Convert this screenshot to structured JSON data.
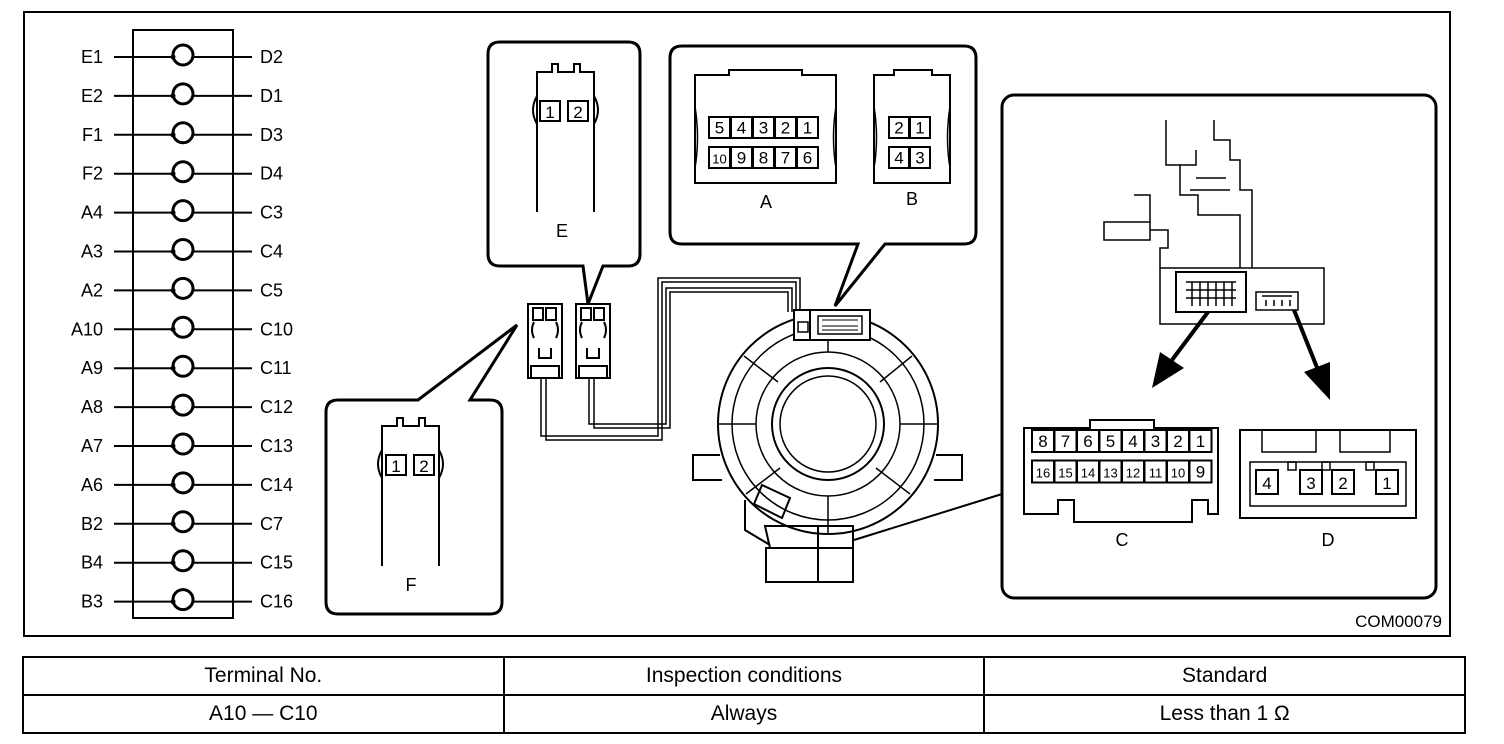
{
  "switch_panel": {
    "rows": [
      {
        "left": "E1",
        "right": "D2"
      },
      {
        "left": "E2",
        "right": "D1"
      },
      {
        "left": "F1",
        "right": "D3"
      },
      {
        "left": "F2",
        "right": "D4"
      },
      {
        "left": "A4",
        "right": "C3"
      },
      {
        "left": "A3",
        "right": "C4"
      },
      {
        "left": "A2",
        "right": "C5"
      },
      {
        "left": "A10",
        "right": "C10"
      },
      {
        "left": "A9",
        "right": "C11"
      },
      {
        "left": "A8",
        "right": "C12"
      },
      {
        "left": "A7",
        "right": "C13"
      },
      {
        "left": "A6",
        "right": "C14"
      },
      {
        "left": "B2",
        "right": "C7"
      },
      {
        "left": "B4",
        "right": "C15"
      },
      {
        "left": "B3",
        "right": "C16"
      }
    ]
  },
  "connectors": {
    "E": {
      "label": "E",
      "pins": [
        "1",
        "2"
      ]
    },
    "F": {
      "label": "F",
      "pins": [
        "1",
        "2"
      ]
    },
    "A": {
      "label": "A",
      "top_row": [
        "5",
        "4",
        "3",
        "2",
        "1"
      ],
      "bottom_row": [
        "10",
        "9",
        "8",
        "7",
        "6"
      ]
    },
    "B": {
      "label": "B",
      "top_row": [
        "2",
        "1"
      ],
      "bottom_row": [
        "4",
        "3"
      ]
    },
    "C": {
      "label": "C",
      "top_row": [
        "8",
        "7",
        "6",
        "5",
        "4",
        "3",
        "2",
        "1"
      ],
      "bottom_row": [
        "16",
        "15",
        "14",
        "13",
        "12",
        "11",
        "10",
        "9"
      ]
    },
    "D": {
      "label": "D",
      "pins": [
        "4",
        "3",
        "2",
        "1"
      ]
    }
  },
  "figure_code": "COM00079",
  "table": {
    "headers": [
      "Terminal No.",
      "Inspection conditions",
      "Standard"
    ],
    "rows": [
      [
        "A10 — C10",
        "Always",
        "Less than 1 Ω"
      ]
    ]
  }
}
